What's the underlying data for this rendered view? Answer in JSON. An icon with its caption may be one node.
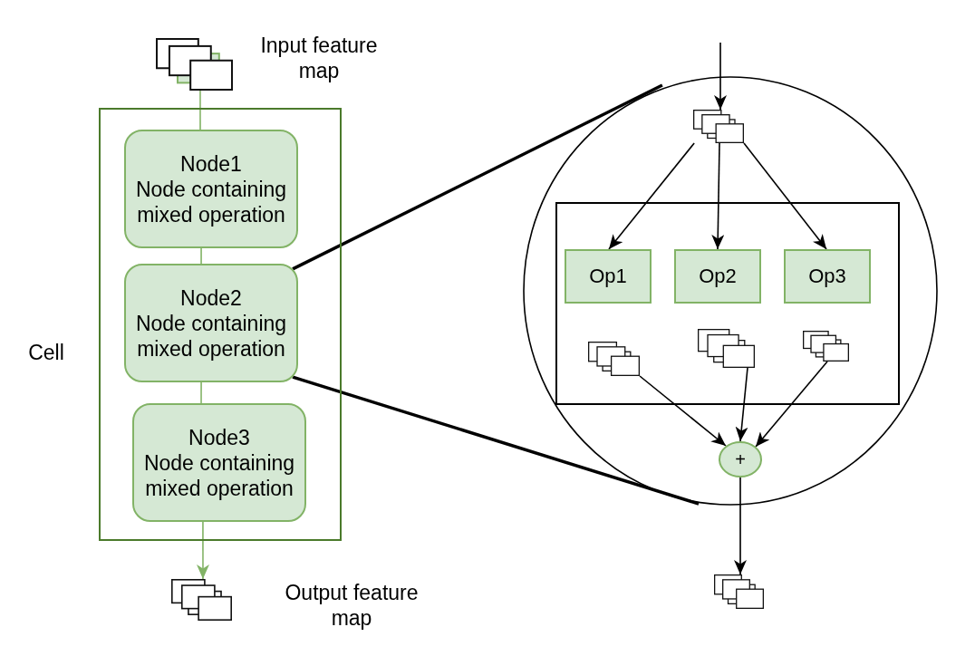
{
  "diagram": {
    "nodes": [
      {
        "text": [],
        "shape": "picture",
        "beside": [
          "Input feature map"
        ]
      },
      {
        "text": [
          "Cell"
        ]
      },
      {
        "text": [
          "Node1",
          "Node containing mixed operation"
        ],
        "in": 1
      },
      {
        "text": [
          "Node2",
          "Node containing mixed operation"
        ],
        "in": 1
      },
      {
        "text": [
          "Node3",
          "Node containing mixed operation"
        ],
        "in": 1
      },
      {
        "text": [],
        "shape": "picture",
        "beside": [
          "Output feature map"
        ]
      },
      {
        "text": [],
        "shape": "circle"
      },
      {
        "text": [],
        "shape": "picture",
        "in": 6
      },
      {
        "text": [],
        "shape": "box",
        "in": 6
      },
      {
        "text": [
          "Op1"
        ],
        "in": 8
      },
      {
        "text": [
          "Op2"
        ],
        "in": 8
      },
      {
        "text": [
          "Op3"
        ],
        "in": 8
      },
      {
        "text": [],
        "shape": "picture",
        "in": 8
      },
      {
        "text": [],
        "shape": "picture",
        "in": 8
      },
      {
        "text": [],
        "shape": "picture",
        "in": 8
      },
      {
        "text": [
          "+"
        ],
        "in": 6
      },
      {
        "text": [],
        "shape": "picture"
      }
    ],
    "edges": [
      {
        "from": 0,
        "to": 2,
        "arrow": "none",
        "color": "#82b366"
      },
      {
        "from": 2,
        "to": 3,
        "arrow": "none",
        "color": "#82b366"
      },
      {
        "from": 3,
        "to": 4,
        "arrow": "none",
        "color": "#82b366"
      },
      {
        "from": 4,
        "to": 5,
        "arrow": "to",
        "color": "#82b366"
      },
      {
        "from": 3,
        "to": 6,
        "arrow": "none",
        "style": "thick"
      },
      {
        "from": 3,
        "to": 6,
        "arrow": "none",
        "style": "thick"
      },
      {
        "from": null,
        "to": 7,
        "arrow": "to"
      },
      {
        "from": 7,
        "to": 9,
        "arrow": "to"
      },
      {
        "from": 7,
        "to": 10,
        "arrow": "to"
      },
      {
        "from": 7,
        "to": 11,
        "arrow": "to"
      },
      {
        "from": 12,
        "to": 15,
        "arrow": "to"
      },
      {
        "from": 13,
        "to": 15,
        "arrow": "to"
      },
      {
        "from": 14,
        "to": 15,
        "arrow": "to"
      },
      {
        "from": 15,
        "to": 16,
        "arrow": "to"
      }
    ]
  }
}
